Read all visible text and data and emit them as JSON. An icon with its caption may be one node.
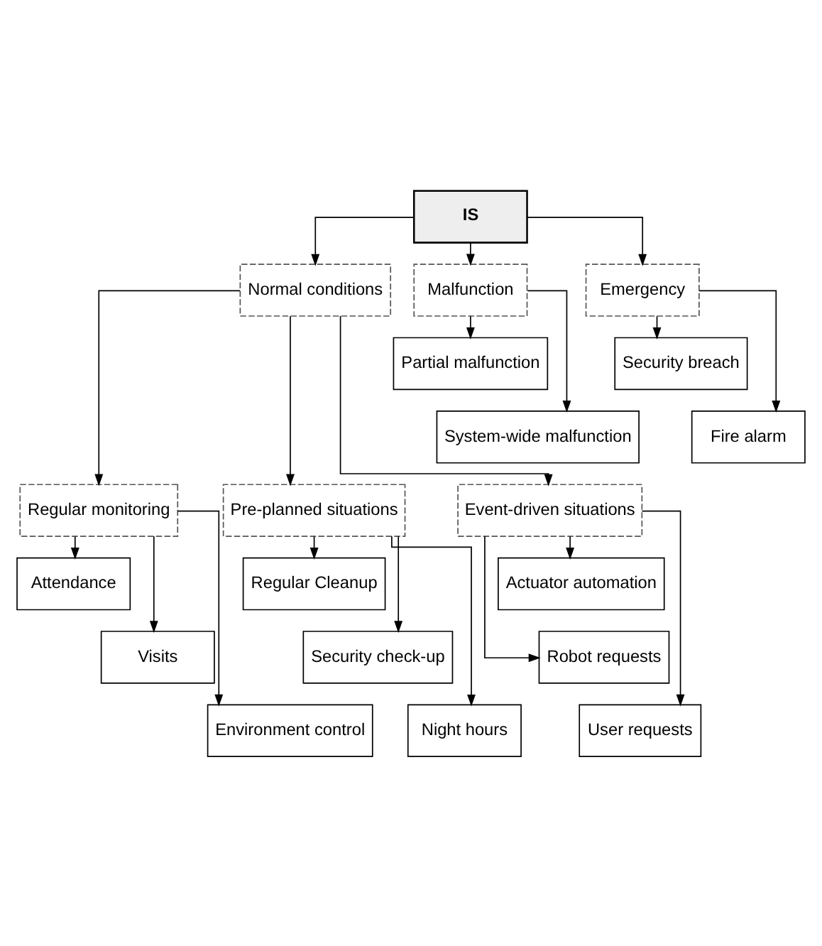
{
  "diagram": {
    "nodes": [
      {
        "text": [
          "IS"
        ]
      },
      {
        "text": [
          "Normal conditions"
        ]
      },
      {
        "text": [
          "Malfunction"
        ]
      },
      {
        "text": [
          "Emergency"
        ]
      },
      {
        "text": [
          "Partial malfunction"
        ]
      },
      {
        "text": [
          "System-wide malfunction"
        ]
      },
      {
        "text": [
          "Security breach"
        ]
      },
      {
        "text": [
          "Fire alarm"
        ]
      },
      {
        "text": [
          "Regular monitoring"
        ]
      },
      {
        "text": [
          "Pre-planned situations"
        ]
      },
      {
        "text": [
          "Event-driven situations"
        ]
      },
      {
        "text": [
          "Attendance"
        ]
      },
      {
        "text": [
          "Visits"
        ]
      },
      {
        "text": [
          "Environment control"
        ]
      },
      {
        "text": [
          "Regular Cleanup"
        ]
      },
      {
        "text": [
          "Security check-up"
        ]
      },
      {
        "text": [
          "Night hours"
        ]
      },
      {
        "text": [
          "Actuator automation"
        ]
      },
      {
        "text": [
          "Robot requests"
        ]
      },
      {
        "text": [
          "User requests"
        ]
      }
    ],
    "edges": [
      {
        "from": 0,
        "to": 1,
        "arrow": "to"
      },
      {
        "from": 0,
        "to": 2,
        "arrow": "to"
      },
      {
        "from": 0,
        "to": 3,
        "arrow": "to"
      },
      {
        "from": 2,
        "to": 4,
        "arrow": "to"
      },
      {
        "from": 2,
        "to": 5,
        "arrow": "to"
      },
      {
        "from": 3,
        "to": 6,
        "arrow": "to"
      },
      {
        "from": 3,
        "to": 7,
        "arrow": "to"
      },
      {
        "from": 1,
        "to": 8,
        "arrow": "to"
      },
      {
        "from": 1,
        "to": 9,
        "arrow": "to"
      },
      {
        "from": 1,
        "to": 10,
        "arrow": "to"
      },
      {
        "from": 8,
        "to": 11,
        "arrow": "to"
      },
      {
        "from": 8,
        "to": 12,
        "arrow": "to"
      },
      {
        "from": 8,
        "to": 13,
        "arrow": "to"
      },
      {
        "from": 9,
        "to": 14,
        "arrow": "to"
      },
      {
        "from": 9,
        "to": 15,
        "arrow": "to"
      },
      {
        "from": 9,
        "to": 16,
        "arrow": "to"
      },
      {
        "from": 10,
        "to": 17,
        "arrow": "to"
      },
      {
        "from": 10,
        "to": 18,
        "arrow": "to"
      },
      {
        "from": 10,
        "to": 19,
        "arrow": "to"
      }
    ]
  }
}
